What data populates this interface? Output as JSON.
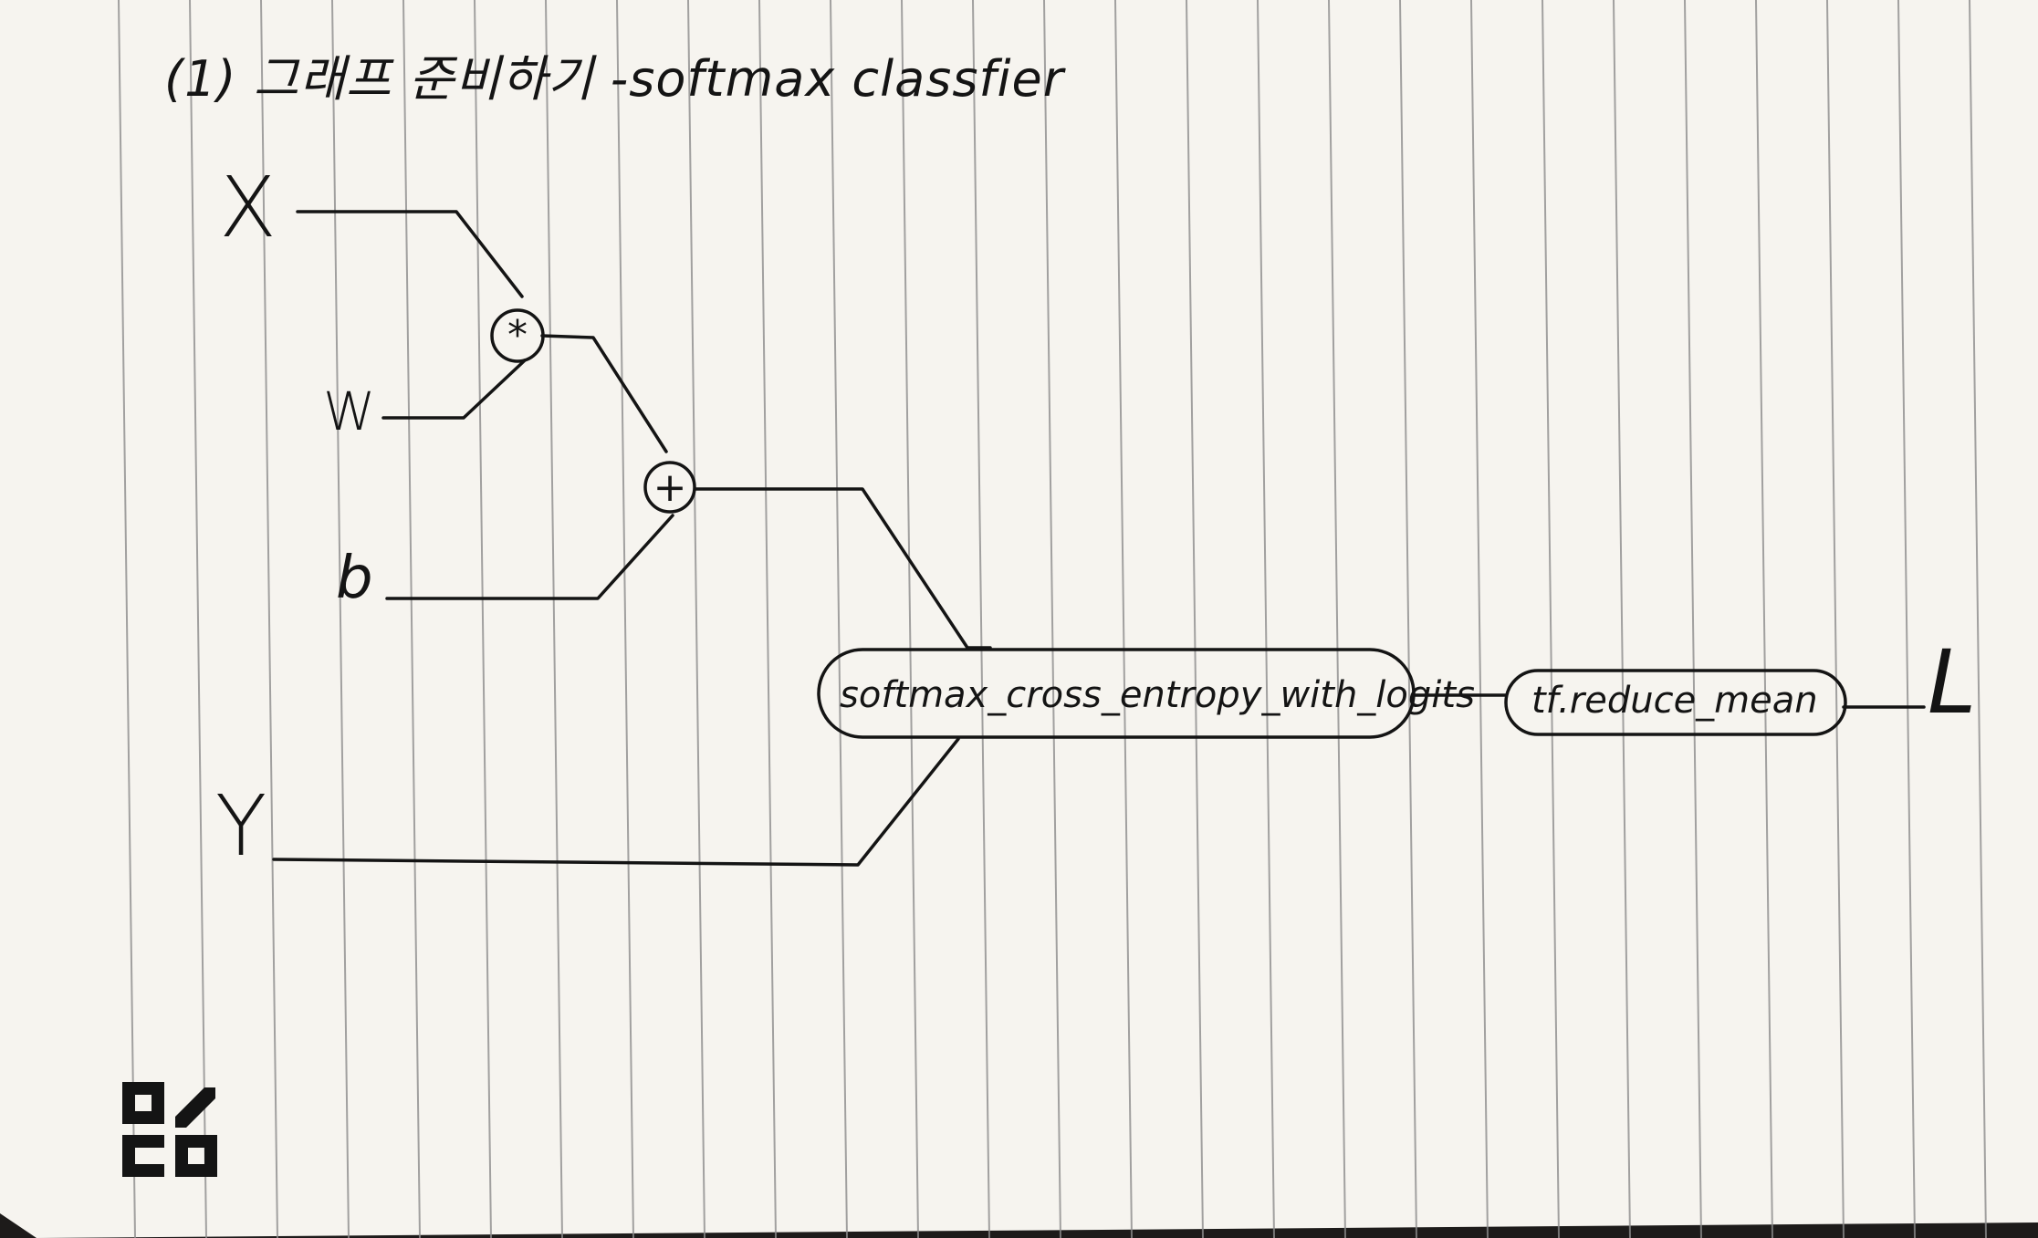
{
  "title": "(1) 그래프 준비하기 -softmax classfier",
  "inputs": {
    "x": "X",
    "w": "W",
    "b": "b",
    "y": "Y"
  },
  "operators": {
    "multiply": "*",
    "add": "+"
  },
  "nodes": {
    "softmax": "softmax_cross_entropy_with_logits",
    "reduce": "tf.reduce_mean"
  },
  "output": "L",
  "colors": {
    "paper": "#f6f4ef",
    "rule_line": "#8c8c8c",
    "ink": "#141414",
    "background": "#1d1b1a"
  },
  "logo": "logo-mark"
}
